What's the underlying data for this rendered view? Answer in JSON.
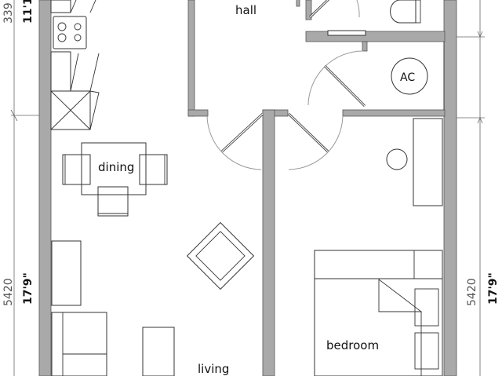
{
  "rooms": {
    "hall": "hall",
    "dining": "dining",
    "bedroom": "bedroom",
    "living": "living",
    "ac": "AC"
  },
  "dimensions": {
    "left_top_mm": "339",
    "left_top_ft": "11'1",
    "left_bottom_mm": "5420",
    "left_bottom_ft": "17'9\"",
    "right_bottom_mm": "5420",
    "right_bottom_ft": "17'9\""
  },
  "colors": {
    "wall": "#a9a9a9",
    "line": "#333333"
  }
}
